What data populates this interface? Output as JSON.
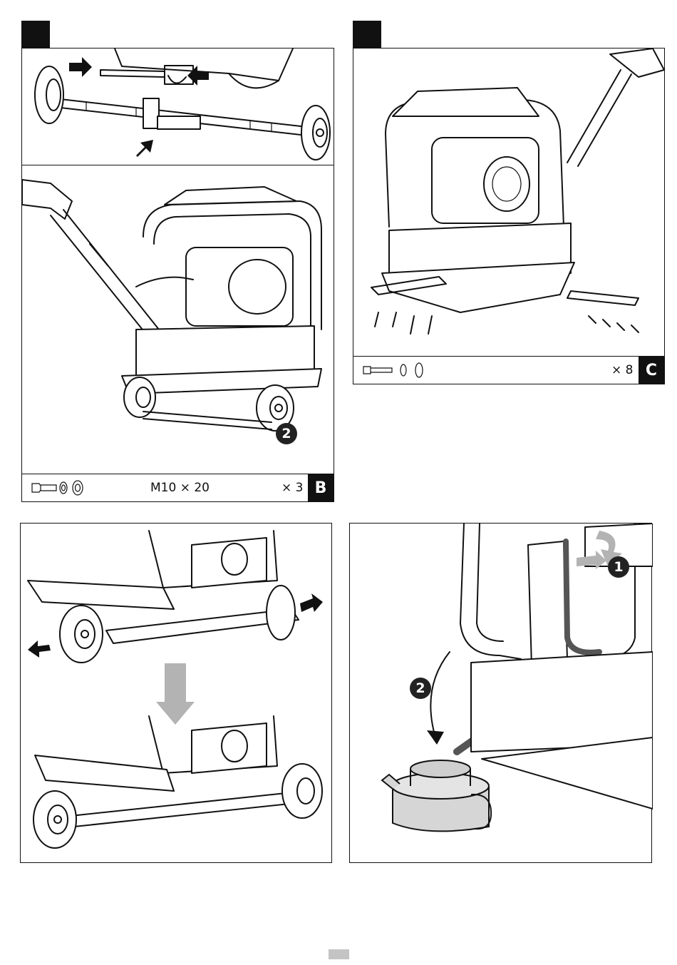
{
  "panels": {
    "a": {
      "callouts": []
    },
    "b": {
      "callout": "2",
      "footer": {
        "spec": "M10 × 20",
        "qty": "× 3",
        "letter": "B"
      }
    },
    "c": {
      "footer": {
        "qty": "× 8",
        "letter": "C"
      }
    },
    "d": {
      "callouts": []
    },
    "e": {
      "callout_1": "1",
      "callout_2": "2"
    }
  },
  "icons": [
    "bolt-icon",
    "washer-icon",
    "arrow-icon",
    "wheel-icon",
    "oil-can-icon"
  ],
  "colors": {
    "ink": "#111111",
    "arrow_gray": "#b3b3b3",
    "page_mark": "#c4c4c4",
    "can_fill": "#d6d6d6"
  }
}
